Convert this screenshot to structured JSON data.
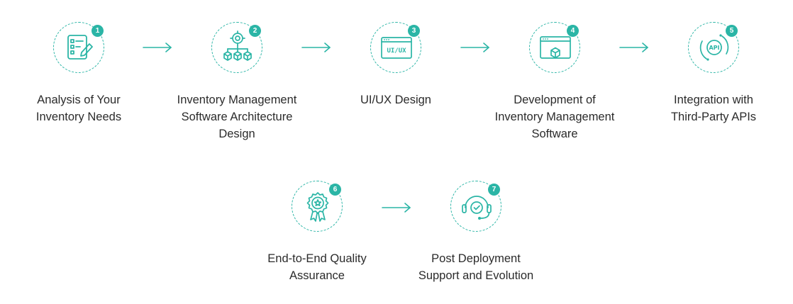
{
  "accent_color": "#2bb5a6",
  "steps": [
    {
      "number": "1",
      "title": "Analysis of Your\nInventory Needs",
      "icon": "checklist-edit-icon"
    },
    {
      "number": "2",
      "title": "Inventory Management\nSoftware Architecture\nDesign",
      "icon": "architecture-gear-icon"
    },
    {
      "number": "3",
      "title": "UI/UX Design",
      "icon": "ui-ux-window-icon",
      "icon_text": "UI/UX"
    },
    {
      "number": "4",
      "title": "Development of\nInventory Management\nSoftware",
      "icon": "browser-cube-icon"
    },
    {
      "number": "5",
      "title": "Integration with\nThird-Party APIs",
      "icon": "api-icon",
      "icon_text": "API"
    },
    {
      "number": "6",
      "title": "End-to-End Quality\nAssurance",
      "icon": "quality-badge-icon"
    },
    {
      "number": "7",
      "title": "Post Deployment\nSupport and Evolution",
      "icon": "support-headset-icon"
    }
  ]
}
